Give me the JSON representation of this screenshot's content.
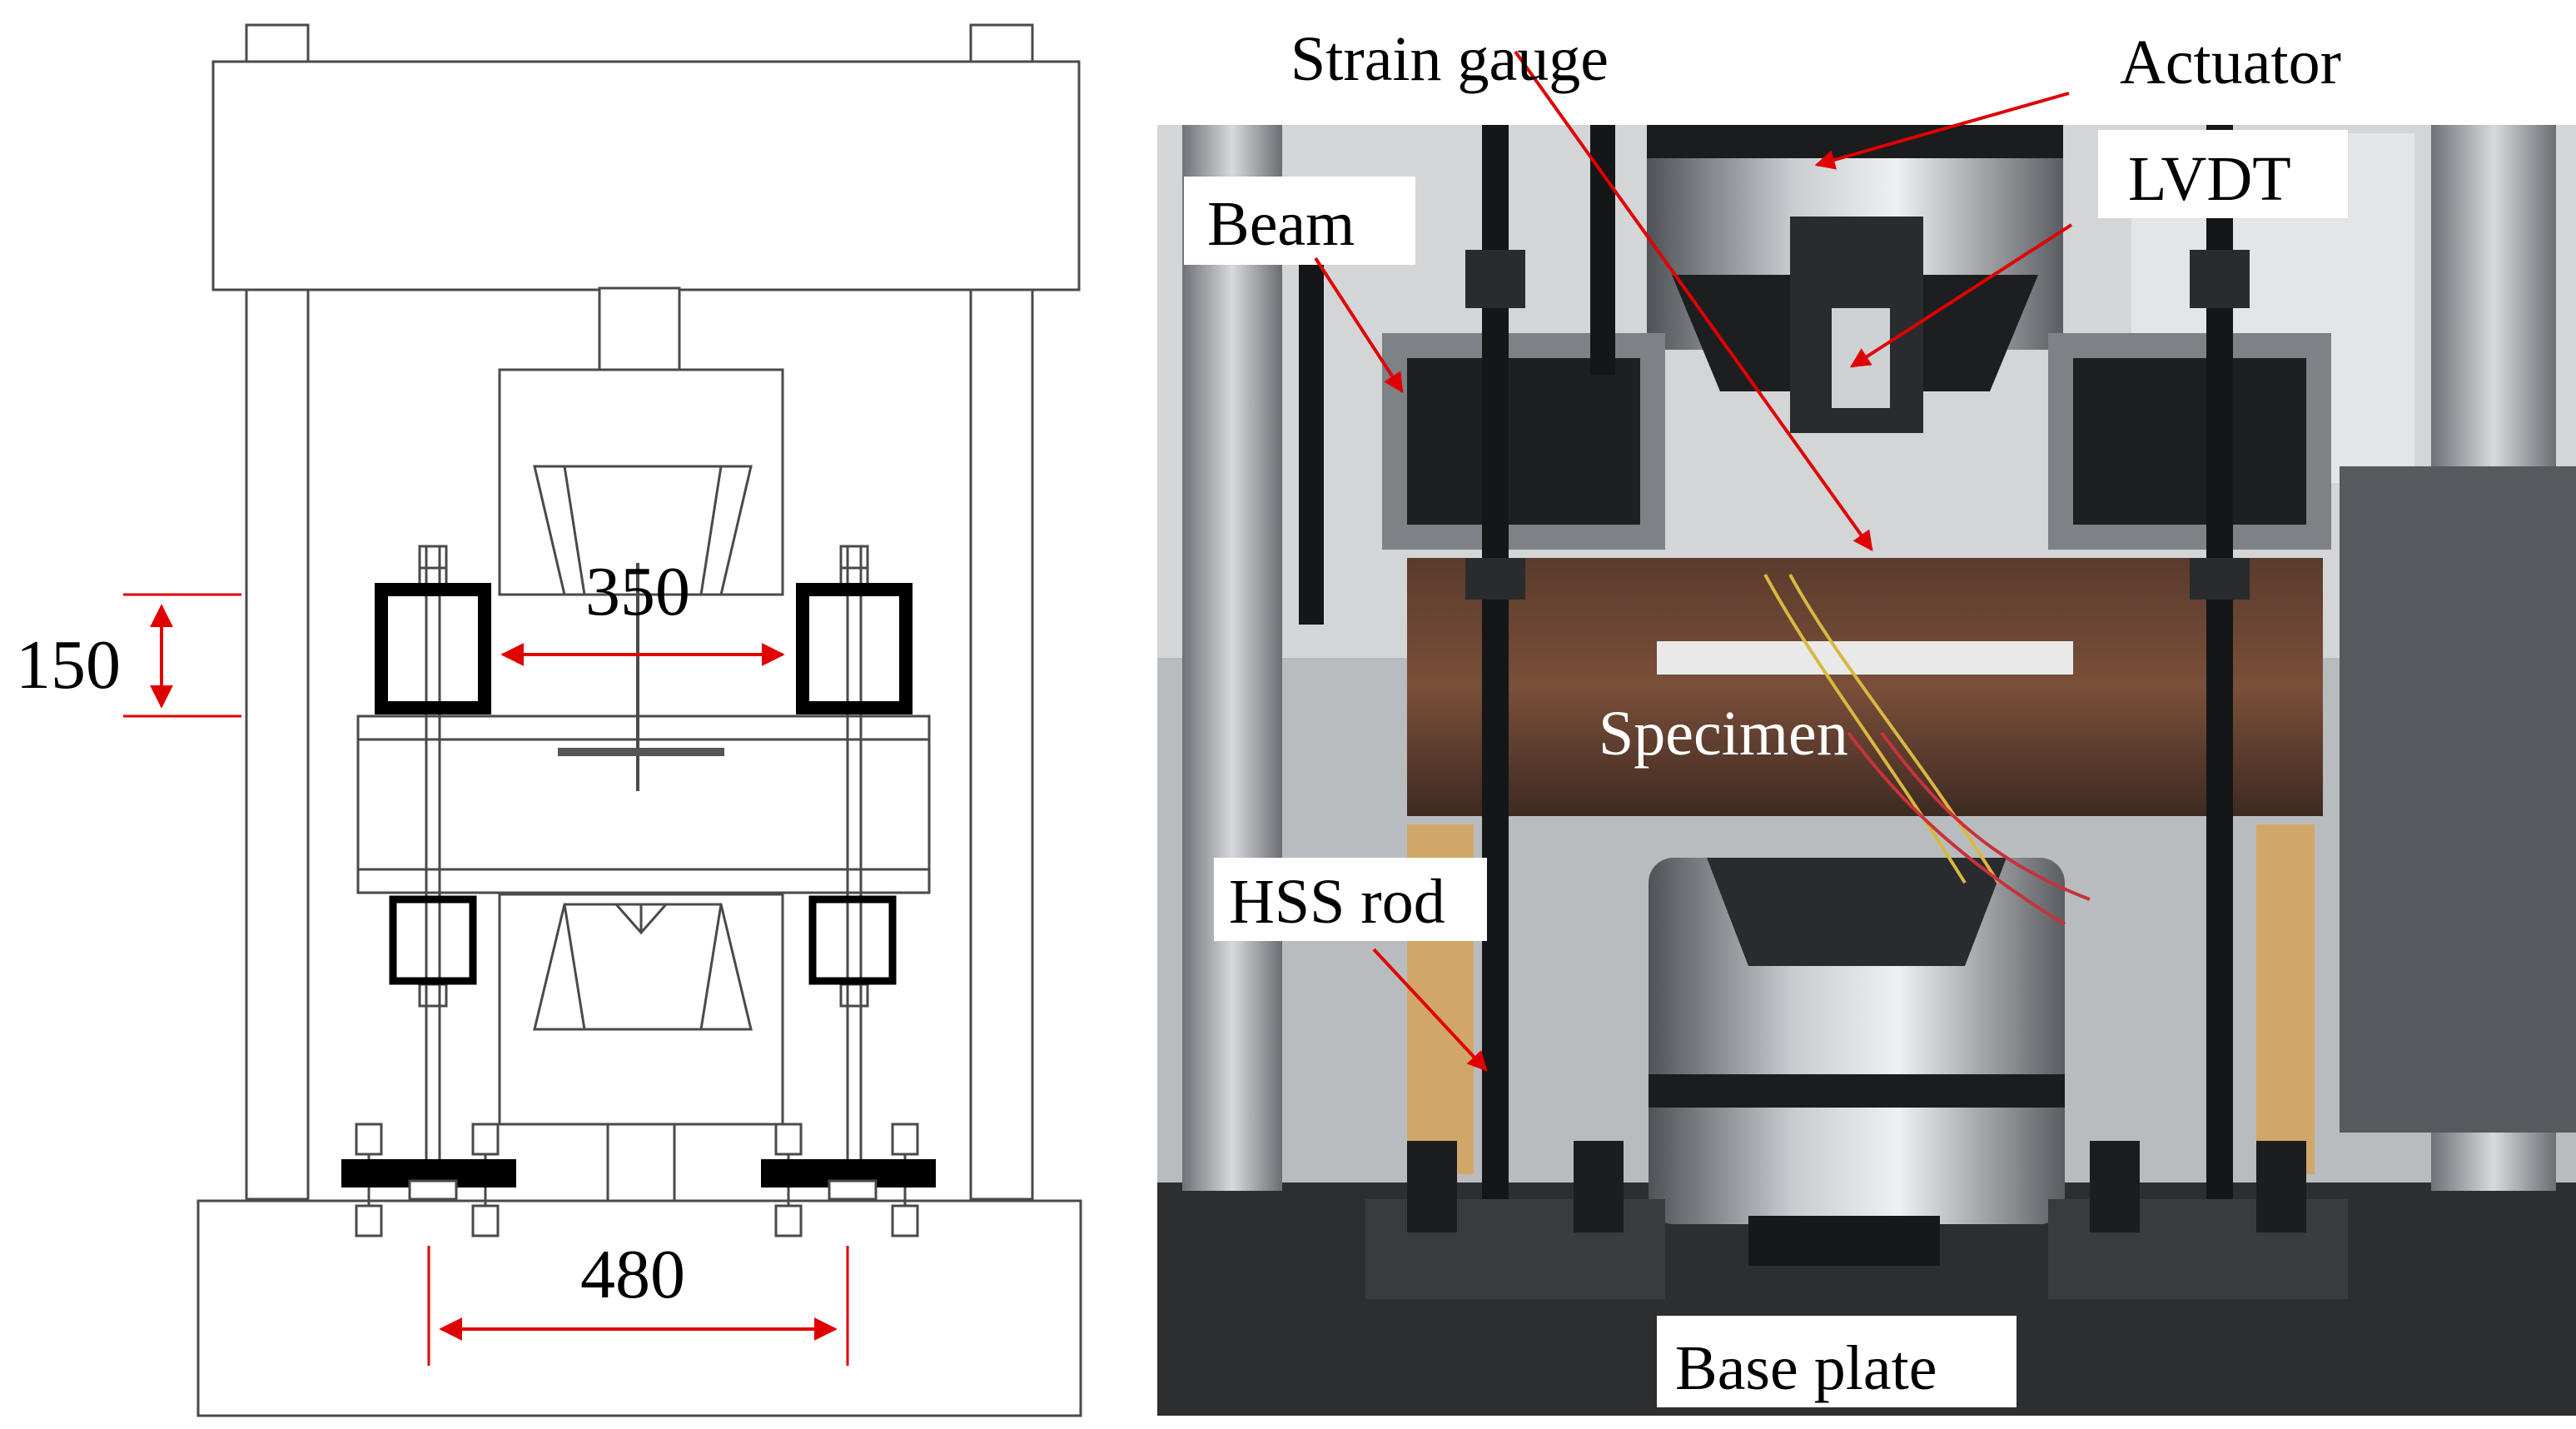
{
  "schematic": {
    "dimensions": {
      "height": "150",
      "inner_span": "350",
      "outer_span": "480"
    }
  },
  "photo": {
    "labels": {
      "strain_gauge": "Strain gauge",
      "actuator": "Actuator",
      "lvdt": "LVDT",
      "beam": "Beam",
      "specimen": "Specimen",
      "hss_rod": "HSS rod",
      "base_plate": "Base plate"
    }
  },
  "colors": {
    "dimension_lines": "#e00000",
    "annotation_arrows": "#e00000",
    "drawing_lines": "#4a4a4a"
  }
}
